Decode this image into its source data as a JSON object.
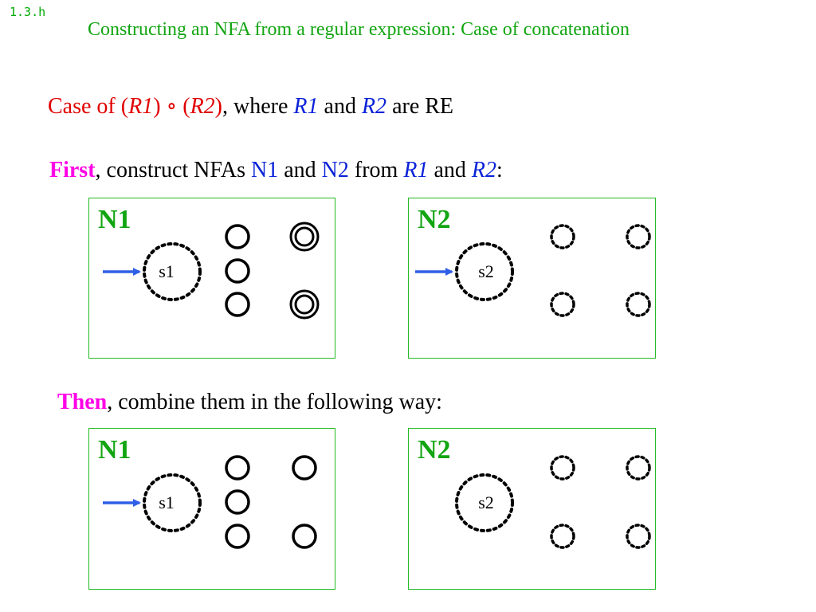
{
  "slide_number": "1.3.h",
  "title": "Constructing an NFA from a regular expression: Case of concatenation",
  "case_line": {
    "prefix": "Case of (",
    "r1": "R1",
    "mid1": ") ∘ (",
    "r2": "R2",
    "mid2": ")",
    "rest1": ", where ",
    "r1b": "R1",
    "and": " and ",
    "r2b": "R2",
    "rest2": " are RE"
  },
  "first_line": {
    "first": "First",
    "t1": ", construct NFAs ",
    "n1": "N1",
    "t2": " and ",
    "n2": "N2",
    "t3": " from ",
    "r1": "R1",
    "t4": " and ",
    "r2": "R2",
    "t5": ":"
  },
  "then_line": {
    "then": "Then",
    "rest": ", combine them in the following way:"
  },
  "top_row": {
    "n1": {
      "label": "N1",
      "start_state": "s1"
    },
    "n2": {
      "label": "N2",
      "start_state": "s2"
    }
  },
  "bottom_row": {
    "n1": {
      "label": "N1",
      "start_state": "s1"
    },
    "n2": {
      "label": "N2",
      "start_state": "s2"
    }
  },
  "colors": {
    "title_green": "#12a512",
    "box_border": "#22bb22",
    "case_red": "#e00000",
    "re_blue": "#0a22d8",
    "keyword_magenta": "#ff00e6",
    "arrow_blue": "#2f5fe6"
  }
}
